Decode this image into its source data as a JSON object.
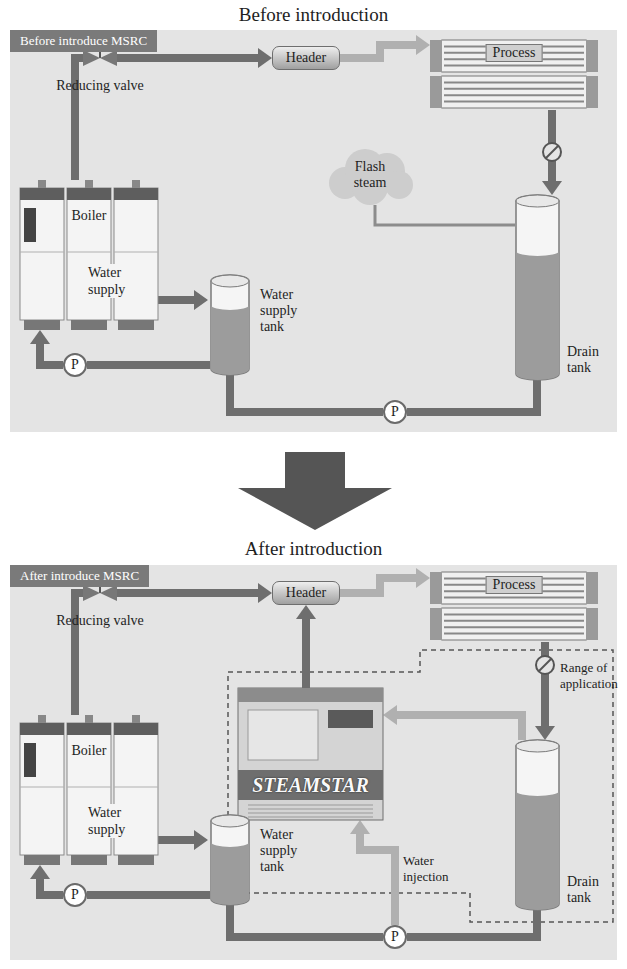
{
  "diagram": {
    "nodes": [
      {
        "text": [
          "Before introduce MSRC"
        ]
      },
      {
        "text": [
          "Reducing valve"
        ],
        "in": 0
      },
      {
        "text": [
          "Header"
        ],
        "in": 0
      },
      {
        "text": [
          "Process"
        ],
        "in": 0
      },
      {
        "text": [
          "Boiler"
        ],
        "in": 0
      },
      {
        "text": [
          "Flash steam"
        ],
        "in": 0
      },
      {
        "text": [
          "Water supply tank"
        ],
        "in": 0
      },
      {
        "text": [
          "Drain tank"
        ],
        "in": 0
      },
      {
        "text": [
          "P"
        ],
        "in": 0
      },
      {
        "text": [
          "P"
        ],
        "in": 0
      },
      {
        "text": [
          "After introduce MSRC"
        ]
      },
      {
        "text": [
          "Reducing valve"
        ],
        "in": 10
      },
      {
        "text": [
          "Header"
        ],
        "in": 10
      },
      {
        "text": [
          "Process"
        ],
        "in": 10
      },
      {
        "text": [
          "STEAMSTAR"
        ],
        "in": 10
      },
      {
        "text": [
          "Boiler"
        ],
        "in": 10
      },
      {
        "text": [
          "Water supply tank"
        ],
        "in": 10
      },
      {
        "text": [
          "Drain tank"
        ],
        "in": 10
      },
      {
        "text": [
          "P"
        ],
        "in": 10
      },
      {
        "text": [
          "P"
        ],
        "in": 10
      }
    ],
    "edges": [
      {
        "from": 4,
        "to": 1,
        "arrow": "none"
      },
      {
        "from": 1,
        "to": 2,
        "arrow": "to"
      },
      {
        "from": 2,
        "to": 3,
        "arrow": "to"
      },
      {
        "from": 3,
        "to": 7,
        "arrow": "to"
      },
      {
        "from": 7,
        "to": 5,
        "arrow": "none"
      },
      {
        "from": 7,
        "to": 9,
        "arrow": "none"
      },
      {
        "from": 9,
        "to": 6,
        "arrow": "none"
      },
      {
        "from": 6,
        "to": 8,
        "arrow": "none"
      },
      {
        "from": 8,
        "to": 4,
        "arrow": "to"
      },
      {
        "from": 15,
        "to": 11,
        "arrow": "none"
      },
      {
        "from": 11,
        "to": 12,
        "arrow": "to"
      },
      {
        "from": 12,
        "to": 13,
        "arrow": "to"
      },
      {
        "from": 13,
        "to": 17,
        "arrow": "to"
      },
      {
        "from": 17,
        "to": 14,
        "arrow": "to"
      },
      {
        "from": 14,
        "to": 12,
        "arrow": "to"
      },
      {
        "from": 17,
        "to": 19,
        "arrow": "none"
      },
      {
        "from": 19,
        "to": 16,
        "arrow": "none"
      },
      {
        "from": 16,
        "to": 18,
        "arrow": "none"
      },
      {
        "from": 18,
        "to": 15,
        "arrow": "to"
      },
      {
        "from": 19,
        "to": 14,
        "label": "Water injection",
        "arrow": "to"
      }
    ],
    "labels": [
      "Before introduction",
      "Water supply",
      "After introduction",
      "Water supply",
      "Range of application"
    ]
  }
}
